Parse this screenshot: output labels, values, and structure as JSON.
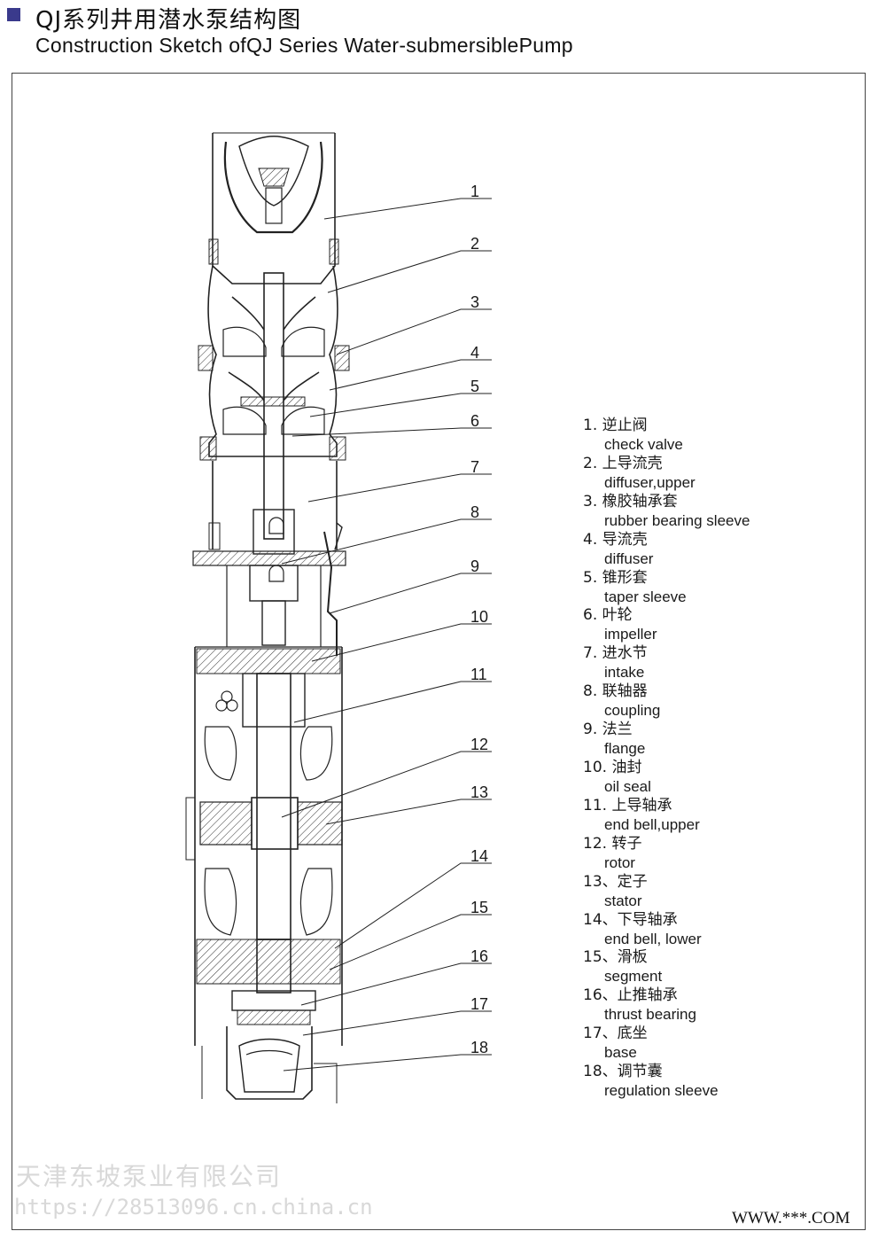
{
  "header": {
    "title_cn": "QJ系列井用潜水泵结构图",
    "title_en": "Construction Sketch ofQJ Series Water-submersiblePump"
  },
  "callouts": [
    "1",
    "2",
    "3",
    "4",
    "5",
    "6",
    "7",
    "8",
    "9",
    "10",
    "11",
    "12",
    "13",
    "14",
    "15",
    "16",
    "17",
    "18"
  ],
  "legend": [
    {
      "cn": "1. 逆止阀",
      "en": "check valve"
    },
    {
      "cn": "2. 上导流壳",
      "en": "diffuser,upper"
    },
    {
      "cn": "3. 橡胶轴承套",
      "en": "rubber bearing  sleeve"
    },
    {
      "cn": "4. 导流壳",
      "en": "diffuser"
    },
    {
      "cn": "5. 锥形套",
      "en": "taper sleeve"
    },
    {
      "cn": "6. 叶轮",
      "en": "impeller"
    },
    {
      "cn": "7. 进水节",
      "en": "intake"
    },
    {
      "cn": "8. 联轴器",
      "en": "coupling"
    },
    {
      "cn": "9. 法兰",
      "en": "flange"
    },
    {
      "cn": "10. 油封",
      "en": "oil seal"
    },
    {
      "cn": "11. 上导轴承",
      "en": "end bell,upper"
    },
    {
      "cn": "12. 转子",
      "en": "rotor"
    },
    {
      "cn": "13、定子",
      "en": "stator"
    },
    {
      "cn": "14、下导轴承",
      "en": "end bell, lower"
    },
    {
      "cn": "15、滑板",
      "en": "segment"
    },
    {
      "cn": "16、止推轴承",
      "en": "thrust bearing"
    },
    {
      "cn": "17、底坐",
      "en": "base"
    },
    {
      "cn": "18、调节囊",
      "en": "regulation sleeve"
    }
  ],
  "watermark": {
    "company": "天津东坡泵业有限公司",
    "url": "https://28513096.cn.china.cn"
  },
  "site_mark": "WWW.***.COM"
}
